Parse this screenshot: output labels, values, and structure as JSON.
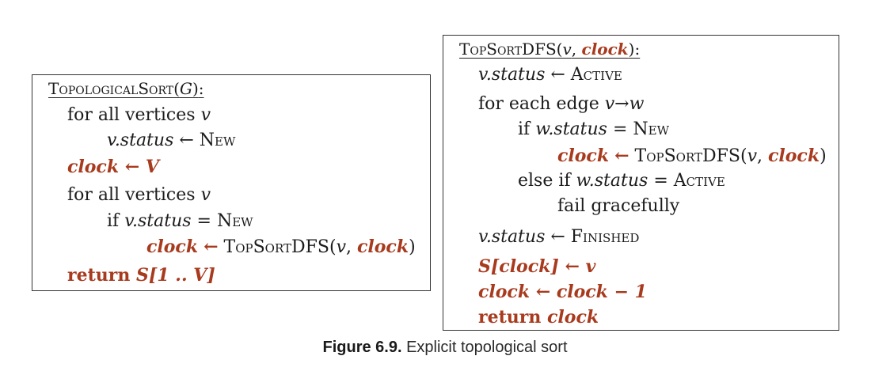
{
  "left_algorithm": {
    "title_name": "TopologicalSort",
    "title_arg": "G",
    "lines": [
      "for all vertices",
      "v",
      "v.status",
      "New",
      "clock",
      "V",
      "for all vertices",
      "v",
      "if",
      "v.status",
      "New",
      "clock",
      "TopSortDFS",
      "v",
      "clock",
      "return",
      "S[1 .. V]"
    ]
  },
  "right_algorithm": {
    "title_name": "TopSortDFS",
    "title_arg_v": "v",
    "title_arg_clock": "clock",
    "lines": [
      "v.status",
      "Active",
      "for each edge",
      "v→w",
      "if",
      "w.status",
      "New",
      "clock",
      "TopSortDFS",
      "v",
      "clock",
      "else if",
      "w.status",
      "Active",
      "fail gracefully",
      "v.status",
      "Finished",
      "S[clock]",
      "v",
      "clock",
      "clock − 1",
      "return",
      "clock"
    ]
  },
  "caption": {
    "label": "Figure 6.9.",
    "text": "Explicit topological sort"
  },
  "symbols": {
    "assign": "←",
    "equals": "=",
    "colon": ":"
  },
  "colors": {
    "highlight": "#a83a1e",
    "text": "#1c1c1c",
    "border": "#333333"
  }
}
